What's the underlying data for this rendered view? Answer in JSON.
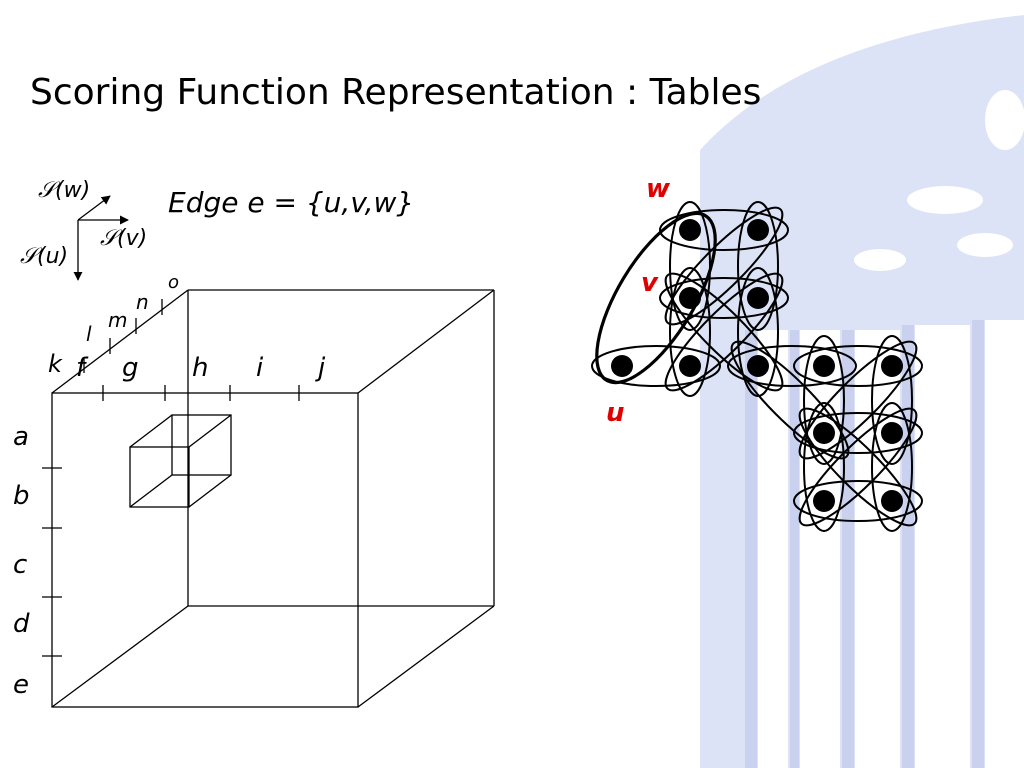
{
  "slide": {
    "title": "Scoring Function Representation : Tables",
    "edge_label": "Edge e = {u,v,w}"
  },
  "axes_labels": {
    "w": "𝒮(w)",
    "v": "𝒮(v)",
    "u": "𝒮(u)"
  },
  "cube": {
    "row_labels": [
      "a",
      "b",
      "c",
      "d",
      "e"
    ],
    "front_col_labels": [
      "f",
      "g",
      "h",
      "i",
      "j"
    ],
    "depth_labels": [
      "k",
      "l",
      "m",
      "n",
      "o"
    ]
  },
  "hypergraph": {
    "labels": {
      "w": "w",
      "v": "v",
      "u": "u"
    },
    "accent_color": "#e00000"
  }
}
